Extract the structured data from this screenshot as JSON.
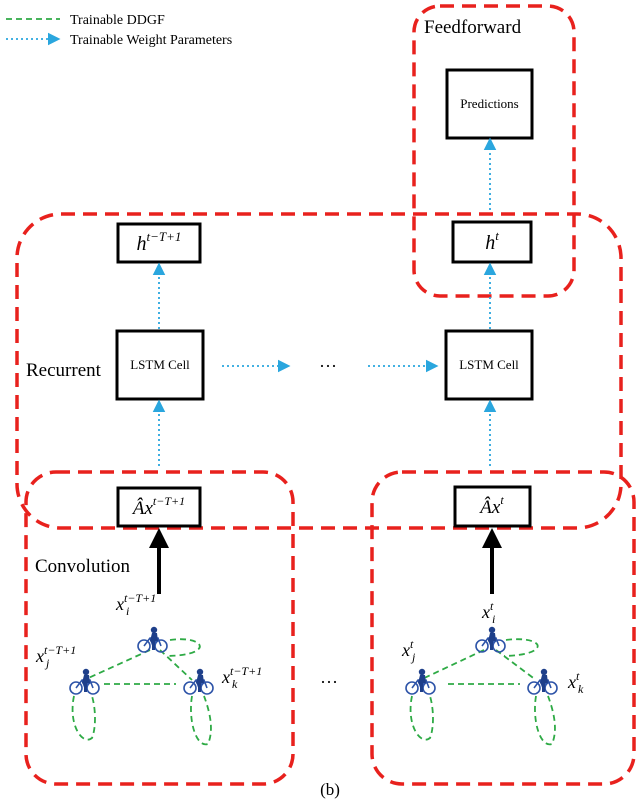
{
  "legend": {
    "ddgf_label": "Trainable DDGF",
    "weight_label": "Trainable Weight Parameters",
    "ddgf_color": "#2eaa45",
    "weight_color": "#2aa6de"
  },
  "regions": {
    "feedforward": "Feedforward",
    "recurrent": "Recurrent",
    "convolution": "Convolution",
    "region_color": "#e8211d"
  },
  "boxes": {
    "predictions": "Predictions",
    "lstm_left": "LSTM Cell",
    "lstm_right": "LSTM Cell",
    "h_left": {
      "base": "h",
      "sup": "t−T+1"
    },
    "h_right": {
      "base": "h",
      "sup": "t"
    },
    "ax_left": {
      "base": "Âx",
      "sup": "t−T+1"
    },
    "ax_right": {
      "base": "Âx",
      "sup": "t"
    }
  },
  "nodes": {
    "left": {
      "i": {
        "base": "x",
        "sup": "t−T+1",
        "sub": "i"
      },
      "j": {
        "base": "x",
        "sup": "t−T+1",
        "sub": "j"
      },
      "k": {
        "base": "x",
        "sup": "t−T+1",
        "sub": "k"
      }
    },
    "right": {
      "i": {
        "base": "x",
        "sup": "t",
        "sub": "i"
      },
      "j": {
        "base": "x",
        "sup": "t",
        "sub": "j"
      },
      "k": {
        "base": "x",
        "sup": "t",
        "sub": "k"
      }
    }
  },
  "ellipsis_middle": "···",
  "ellipsis_bottom": "···",
  "caption": "(b)"
}
